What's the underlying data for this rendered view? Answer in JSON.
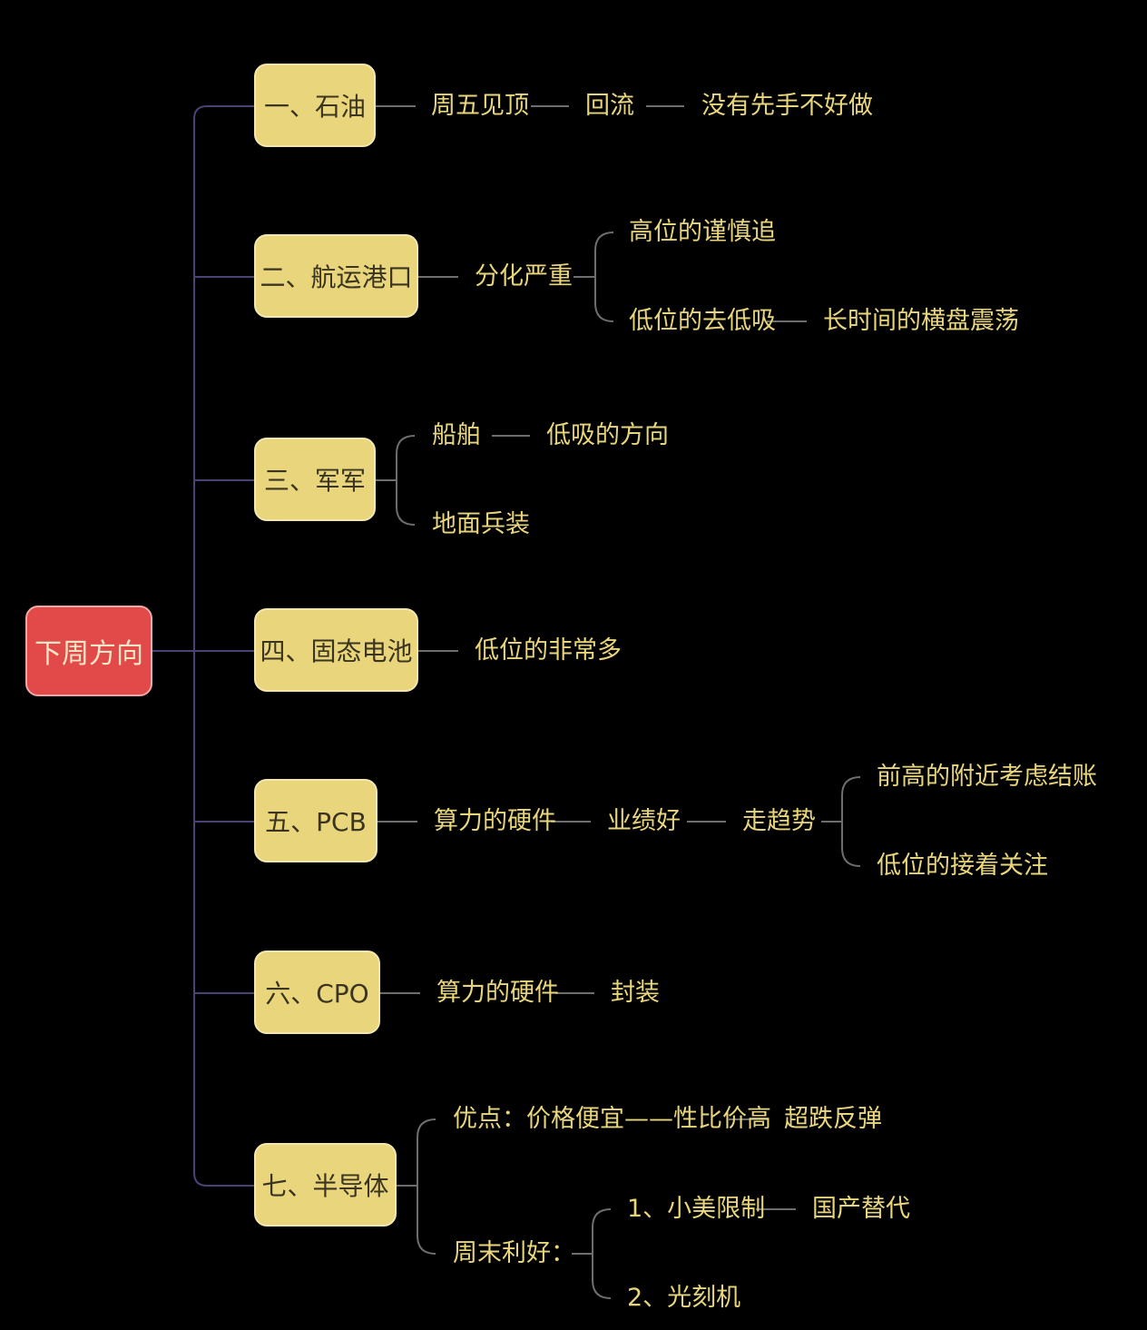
{
  "root": "下周方向",
  "branches": [
    {
      "label": "一、石油",
      "items": [
        "周五见顶",
        "回流",
        "没有先手不好做"
      ]
    },
    {
      "label": "二、航运港口",
      "items": [
        "分化严重",
        "高位的谨慎追",
        "低位的去低吸",
        "长时间的横盘震荡"
      ]
    },
    {
      "label": "三、军军",
      "items": [
        "船舶",
        "低吸的方向",
        "地面兵装"
      ]
    },
    {
      "label": "四、固态电池",
      "items": [
        "低位的非常多"
      ]
    },
    {
      "label": "五、PCB",
      "items": [
        "算力的硬件",
        "业绩好",
        "走趋势",
        "前高的附近考虑结账",
        "低位的接着关注"
      ]
    },
    {
      "label": "六、CPO",
      "items": [
        "算力的硬件",
        "封装"
      ]
    },
    {
      "label": "七、半导体",
      "items": [
        "优点：价格便宜——性比价高",
        "超跌反弹",
        "周末利好：",
        "1、小美限制",
        "国产替代",
        "2、光刻机"
      ]
    }
  ],
  "colors": {
    "root": "#e24a4a",
    "box": "#e9d67c",
    "text": "#e9d67c",
    "line": "#4a4275",
    "background": "#000000"
  }
}
